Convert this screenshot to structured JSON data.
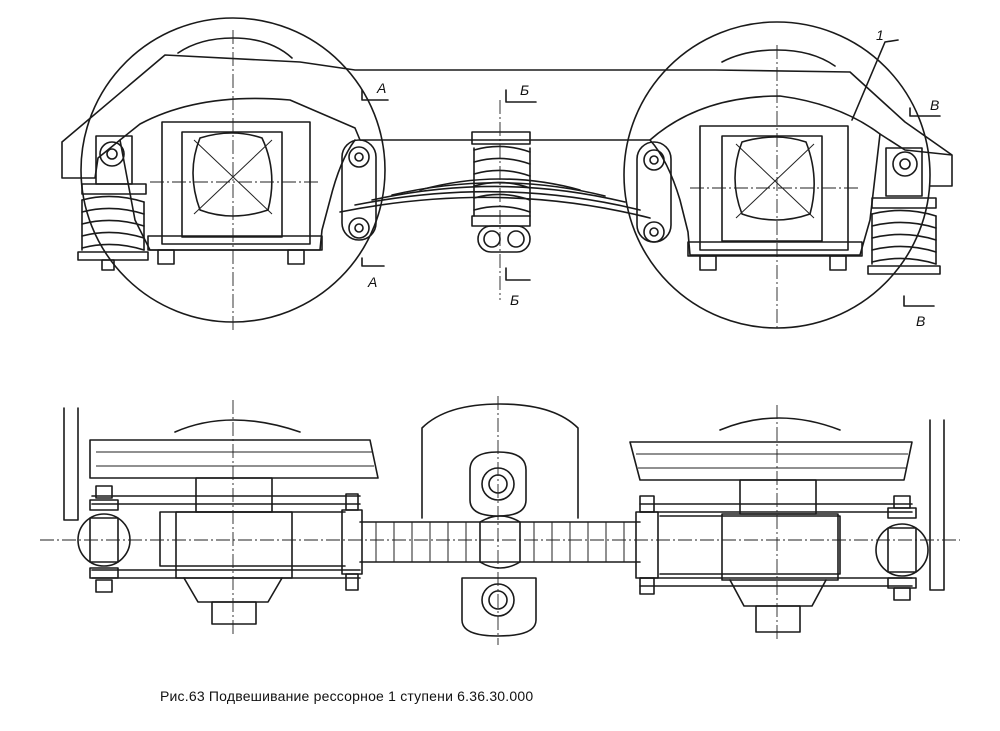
{
  "caption": "Рис.63 Подвешивание рессорное 1 ступени 6.36.30.000",
  "labels": {
    "callout": "1",
    "section_a": "А",
    "section_b": "Б",
    "section_v": "В"
  },
  "colors": {
    "ink": "#1a1a1a",
    "paper": "#ffffff"
  }
}
